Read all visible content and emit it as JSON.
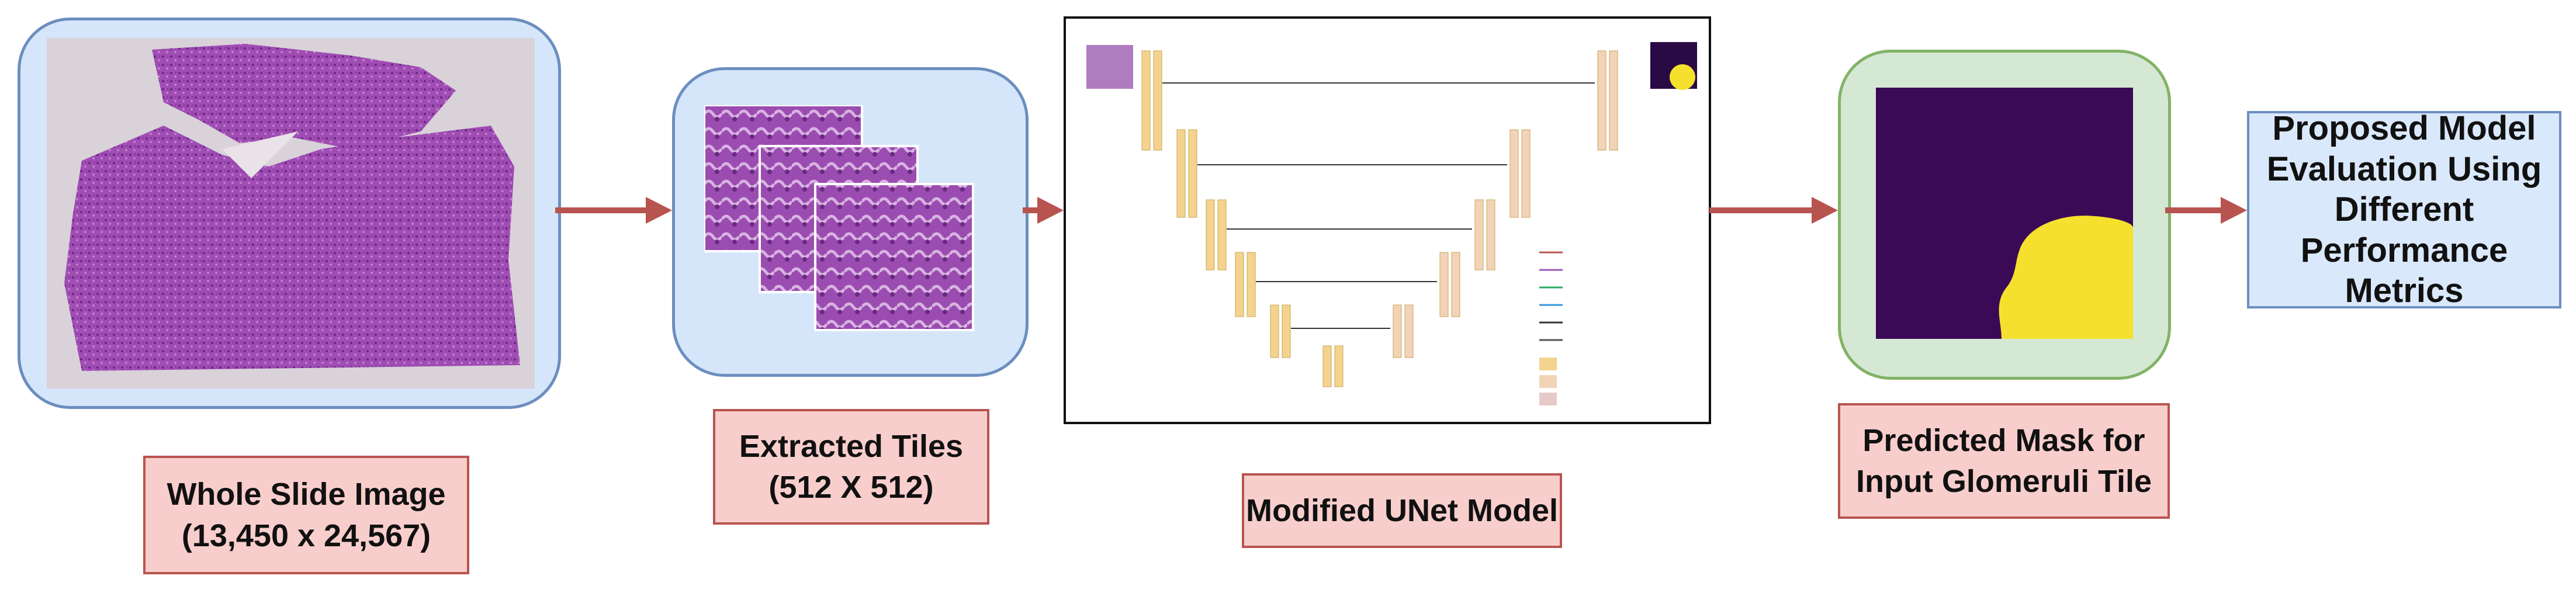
{
  "labels": {
    "wsi": "Whole Slide Image\n(13,450 x 24,567)",
    "tiles": "Extracted Tiles\n(512 X 512)",
    "unet": "Modified UNet Model",
    "mask": "Predicted Mask for\nInput Glomeruli Tile",
    "evaluation": "Proposed Model\nEvaluation Using\nDifferent\nPerformance\nMetrics"
  },
  "colors": {
    "stage_fill": "#d6e6fa",
    "stage_border": "#6c8ebf",
    "mask_stage_fill": "#d5e8d4",
    "mask_stage_border": "#82b366",
    "label_fill": "#f8cecc",
    "label_border": "#b85450",
    "arrow": "#b85450",
    "tissue": "#a24fb6",
    "mask_background": "#3a0a57",
    "mask_foreground": "#f5e12d"
  }
}
